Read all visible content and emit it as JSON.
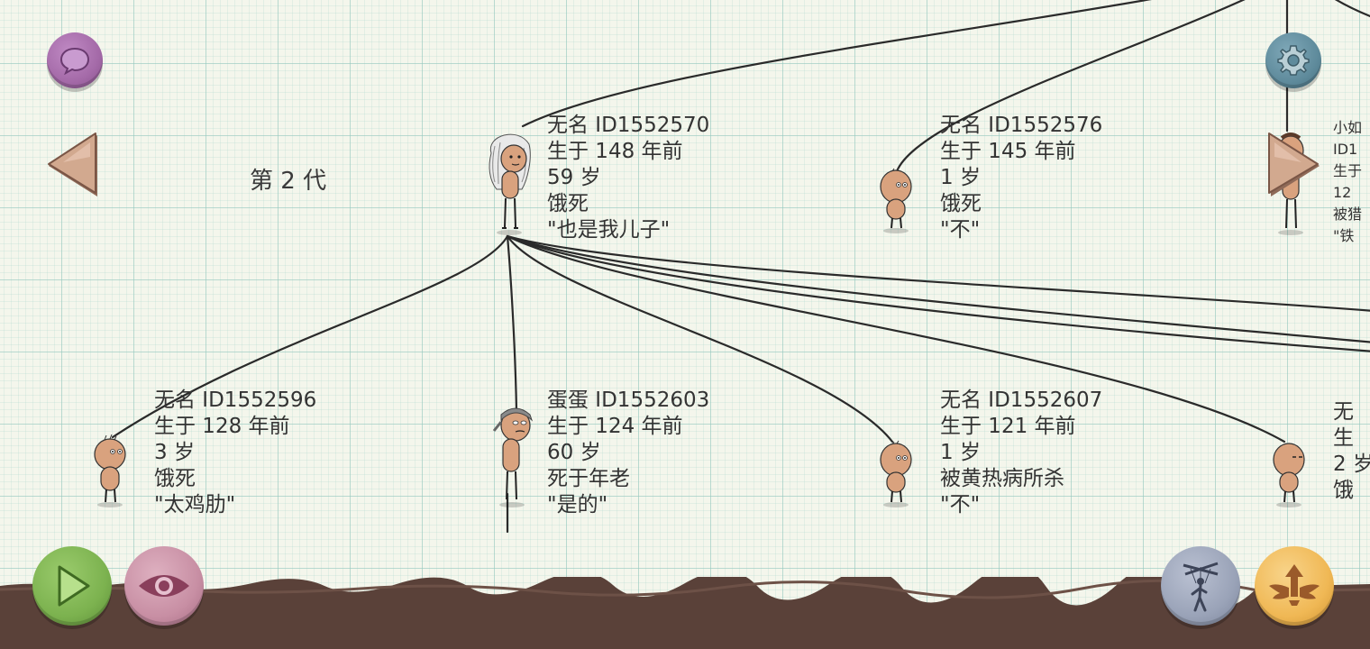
{
  "generation_label": "第 2 代",
  "parents": [
    {
      "lines": [
        "无名 ID1552570",
        "生于 148 年前",
        "59 岁",
        "饿死",
        "\"也是我儿子\""
      ]
    },
    {
      "lines": [
        "无名 ID1552576",
        "生于 145 年前",
        "1 岁",
        "饿死",
        "\"不\""
      ]
    },
    {
      "lines": [
        "小如",
        "ID1",
        "生于",
        "12",
        "被猎",
        "\"铁"
      ]
    }
  ],
  "children": [
    {
      "lines": [
        "无名 ID1552596",
        "生于 128 年前",
        "3 岁",
        "饿死",
        "\"太鸡肋\""
      ]
    },
    {
      "lines": [
        " 蛋蛋 ID1552603",
        "生于 124 年前",
        "60 岁",
        "死于年老",
        "\"是的\""
      ]
    },
    {
      "lines": [
        "无名 ID1552607",
        "生于 121 年前",
        "1 岁",
        "被黄热病所杀",
        "\"不\""
      ]
    },
    {
      "lines": [
        "无",
        "生",
        "2 岁",
        "饿"
      ]
    }
  ],
  "icons": {
    "chat": "speech-bubble-icon",
    "settings": "gear-icon",
    "prev": "left-arrow-icon",
    "next": "right-arrow-icon",
    "play": "play-icon",
    "view": "eye-icon",
    "puppet": "marionette-icon",
    "ascend": "winged-arrow-icon"
  },
  "colors": {
    "paper": "#f4f6ec",
    "grid": "#96c8be",
    "ground": "#5a4139",
    "skin": "#d9a27e",
    "chat_button": "#a46aa8",
    "settings_button": "#5f8b9c",
    "arrow_button": "#d2a98f",
    "play_button": "#7cb24f",
    "view_button": "#c88fa4",
    "puppet_button": "#9aa3b8",
    "ascend_button": "#f0b855"
  }
}
